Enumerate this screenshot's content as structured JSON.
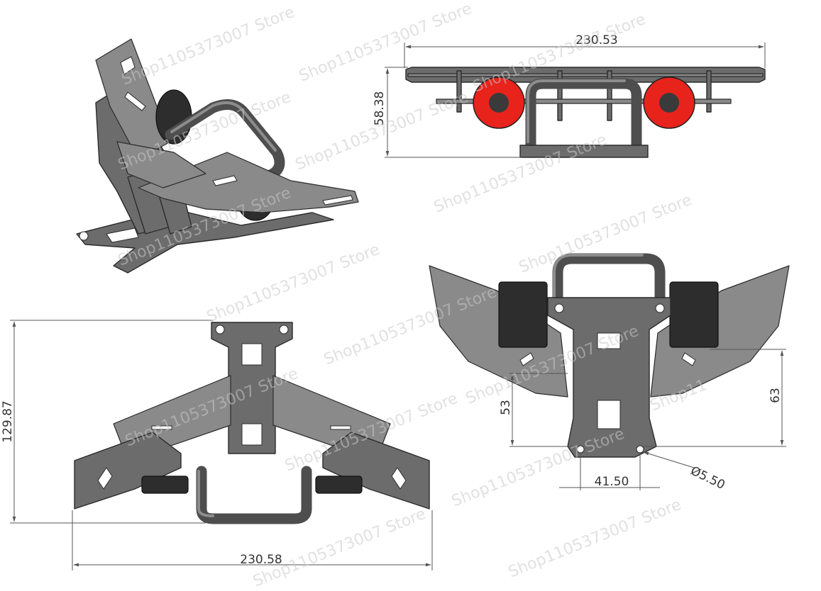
{
  "dimensions": {
    "top_width": "230.53",
    "top_height": "58.38",
    "front_width": "230.58",
    "front_height": "129.87",
    "rear_left_height": "53",
    "rear_right_height": "63",
    "hole_spacing": "41.50",
    "hole_diameter": "Ø5.50"
  },
  "watermark": {
    "text": "Shop1105373007 Store",
    "text_partial": "Shop11"
  },
  "colors": {
    "part": "#6c6c6c",
    "wheel_red": "#e8231c",
    "tire": "#2d2d2d"
  }
}
